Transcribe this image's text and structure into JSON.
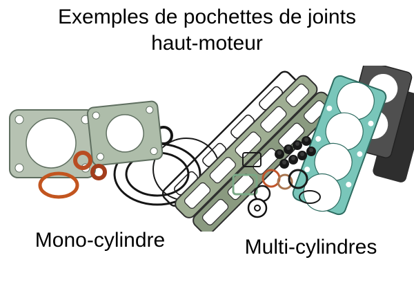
{
  "title": {
    "line1": "Exemples de pochettes de joints",
    "line2": "haut-moteur"
  },
  "labels": {
    "mono": "Mono-cylindre",
    "multi": "Multi-cylindres"
  },
  "colors": {
    "background": "#ffffff",
    "text": "#000000",
    "gasket_green": "#aebcaa",
    "gasket_teal": "#79c6ba",
    "oring_orange": "#c0552a",
    "rubber_black": "#1a1a1a",
    "metal_gray": "#4d4d4d"
  },
  "illustration": {
    "mono_parts": [
      "cylinder-base-gasket",
      "head-gasket",
      "o-rings",
      "large-round-gasket"
    ],
    "multi_parts": [
      "valve-cover-gaskets",
      "four-cylinder-head-gasket",
      "clutch-cover-gaskets",
      "valve-stem-seals",
      "small-o-rings"
    ]
  }
}
